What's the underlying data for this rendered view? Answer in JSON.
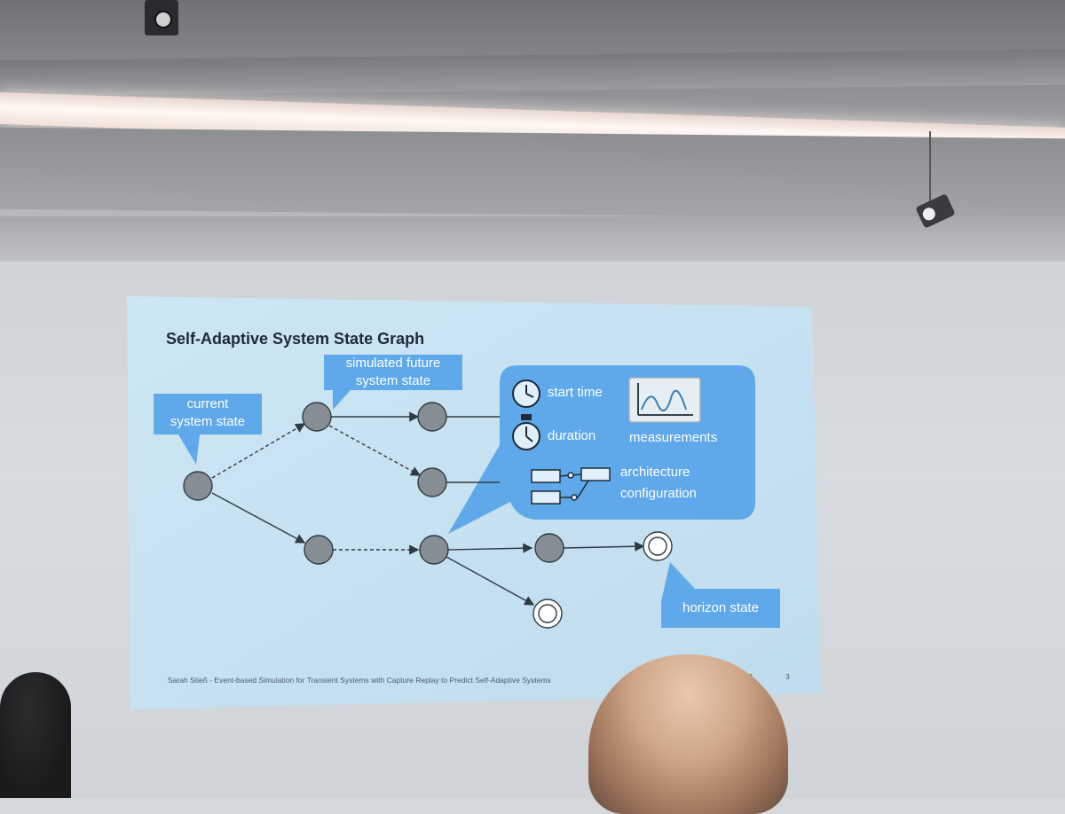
{
  "slide": {
    "title": "Self-Adaptive System State Graph",
    "callouts": {
      "current": [
        "current",
        "system state"
      ],
      "future": [
        "simulated future",
        "system state"
      ],
      "horizon": "horizon state"
    },
    "panel": {
      "start_time": "start time",
      "duration": "duration",
      "measurements": "measurements",
      "architecture": "architecture",
      "configuration": "configuration"
    },
    "footer": "Sarah Stieß - Event-based Simulation for Transient Systems with Capture Replay to Predict Self-Adaptive Systems",
    "footer_year": "2023",
    "page_number": "3"
  },
  "colors": {
    "slide_background": "#c7e3f2",
    "callout_blue": "#5fa8e9",
    "node_gray": "#868d93",
    "title_dark": "#1e2a3a"
  },
  "icons": [
    "clock-icon",
    "stopwatch-icon",
    "line-chart-icon",
    "component-diagram-icon"
  ]
}
